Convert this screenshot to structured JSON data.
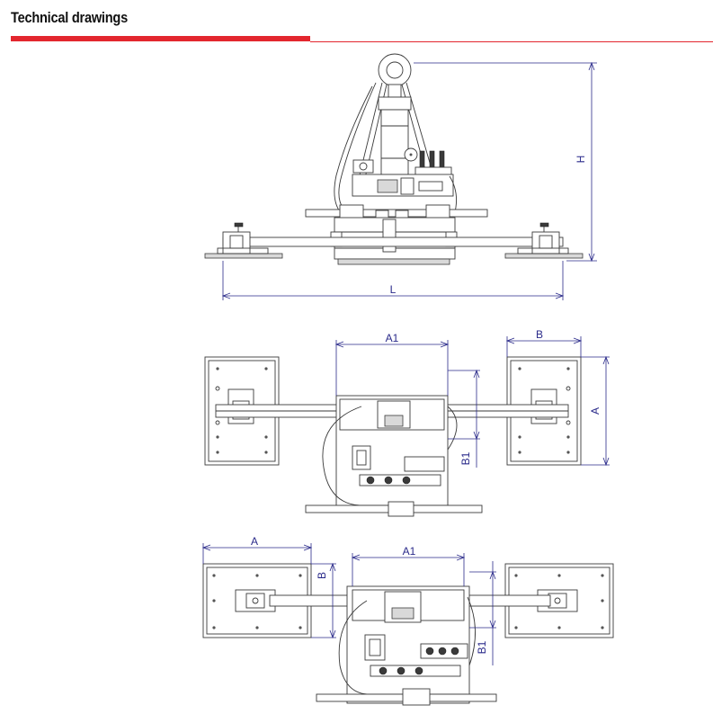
{
  "header": {
    "title": "Technical drawings"
  },
  "colors": {
    "accent": "#e3262e",
    "dimension": "#2a2a8a",
    "line": "#3a3a3a"
  },
  "dimensions": {
    "height": "H",
    "length": "L",
    "a1": "A1",
    "a": "A",
    "b": "B",
    "b1": "B1"
  }
}
